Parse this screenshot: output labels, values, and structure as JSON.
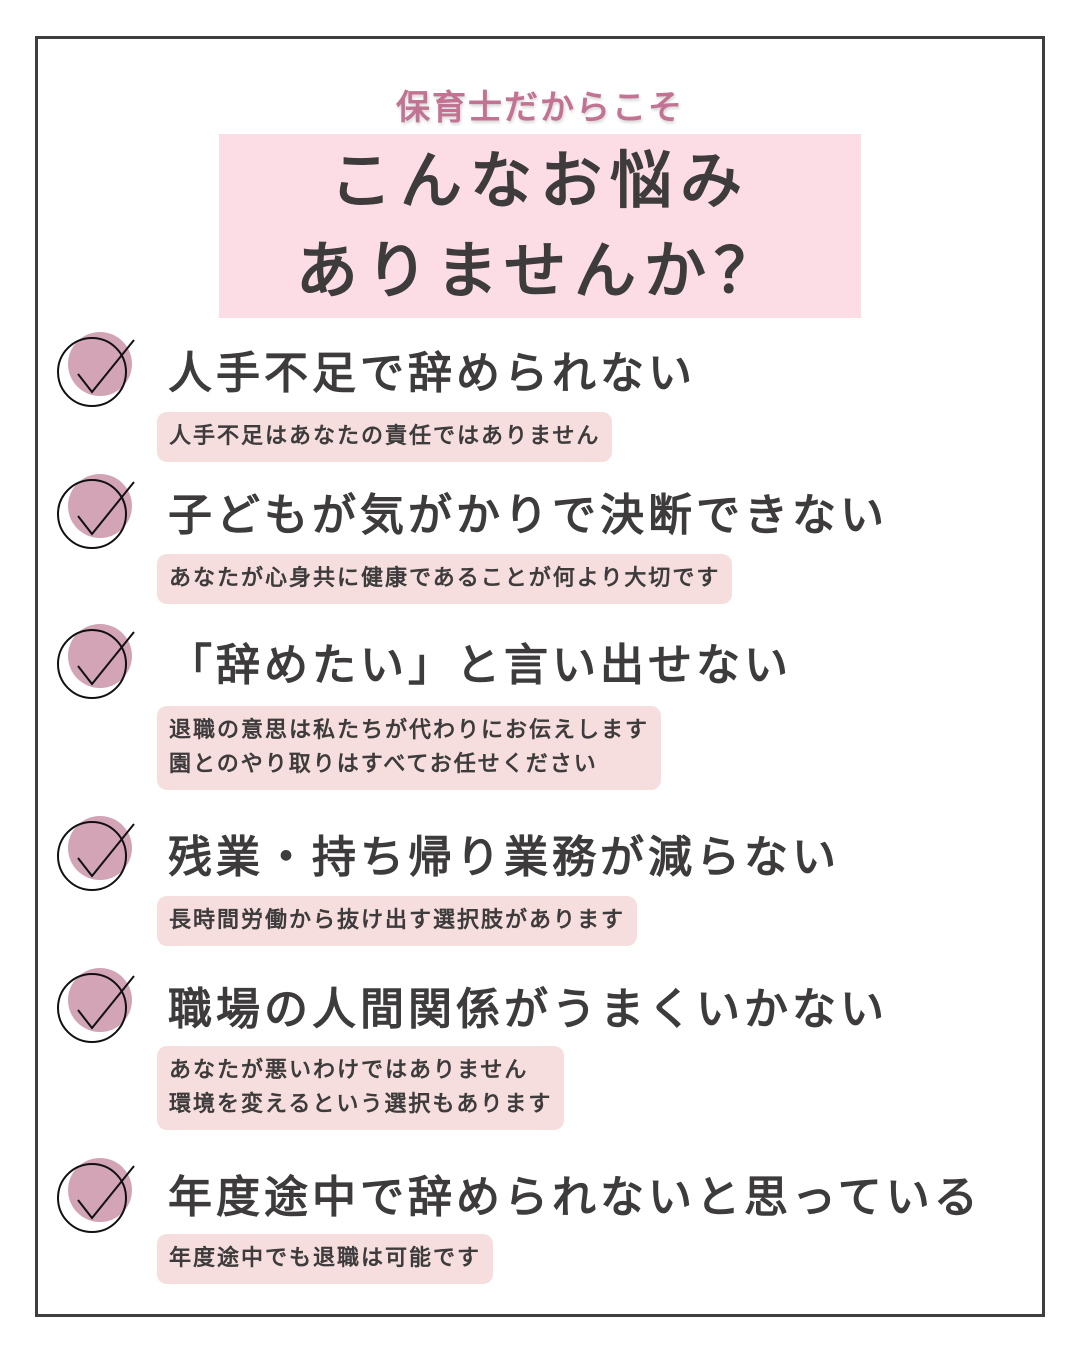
{
  "header": {
    "eyebrow": "保育士だからこそ",
    "title_line1": "こんなお悩み",
    "title_line2": "ありませんか？"
  },
  "colors": {
    "accent_pink": "#c27292",
    "title_bg": "#fddde5",
    "note_bg": "#f5dedd",
    "icon_fill": "#d2a4b6",
    "text": "#3d3b3c",
    "frame": "#3f3d3e"
  },
  "items": [
    {
      "icon": "check-circle-icon",
      "heading": "人手不足で辞められない",
      "notes": [
        "人手不足はあなたの責任ではありません"
      ]
    },
    {
      "icon": "check-circle-icon",
      "heading": "子どもが気がかりで決断できない",
      "notes": [
        "あなたが心身共に健康であることが何より大切です"
      ]
    },
    {
      "icon": "check-circle-icon",
      "heading": "「辞めたい」と言い出せない",
      "notes": [
        "退職の意思は私たちが代わりにお伝えします",
        "園とのやり取りはすべてお任せください"
      ]
    },
    {
      "icon": "check-circle-icon",
      "heading": "残業・持ち帰り業務が減らない",
      "notes": [
        "長時間労働から抜け出す選択肢があります"
      ]
    },
    {
      "icon": "check-circle-icon",
      "heading": "職場の人間関係がうまくいかない",
      "notes": [
        "あなたが悪いわけではありません",
        "環境を変えるという選択もあります"
      ]
    },
    {
      "icon": "check-circle-icon",
      "heading": "年度途中で辞められないと思っている",
      "notes": [
        "年度途中でも退職は可能です"
      ]
    }
  ]
}
